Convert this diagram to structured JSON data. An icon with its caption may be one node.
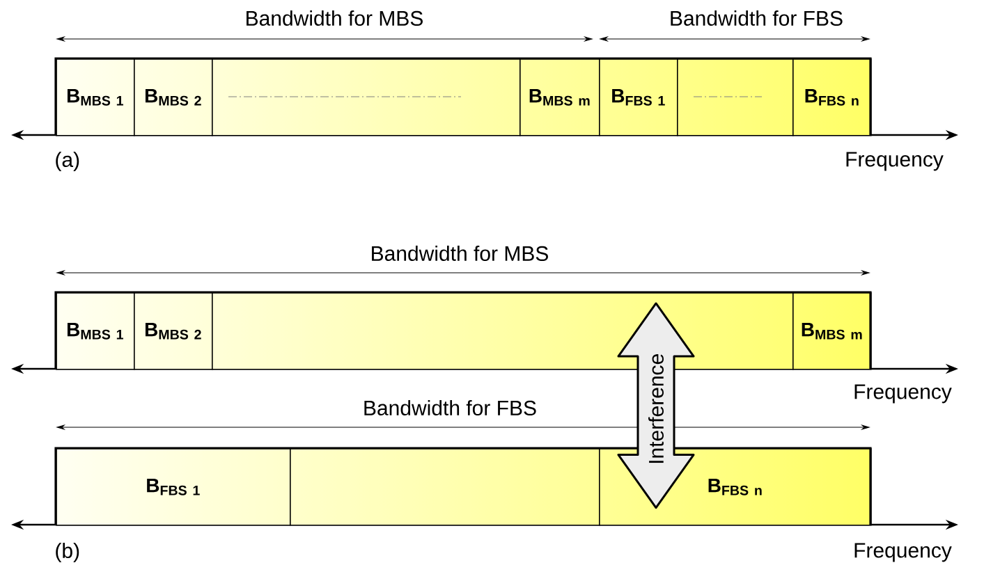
{
  "diagram": {
    "nodes": [
      {
        "text": [
          "\\mathbf{B}_{\\mathbf{MBS\\ 1}}"
        ]
      },
      {
        "text": [
          "\\mathbf{B}_{\\mathbf{MBS\\ 2}}"
        ]
      },
      {
        "text": [],
        "shape": "box"
      },
      {
        "text": [
          "\\mathbf{B}_{\\mathbf{MBS\\ m}}"
        ]
      },
      {
        "text": [
          "\\mathbf{B}_{\\mathbf{FBS\\ 1}}"
        ]
      },
      {
        "text": [],
        "shape": "box"
      },
      {
        "text": [
          "\\mathbf{B}_{\\mathbf{FBS\\ n}}"
        ]
      },
      {
        "text": [
          "\\mathbf{B}_{\\mathbf{MBS\\ 1}}"
        ]
      },
      {
        "text": [
          "\\mathbf{B}_{\\mathbf{MBS\\ 2}}"
        ]
      },
      {
        "text": [],
        "shape": "box"
      },
      {
        "text": [
          "\\mathbf{B}_{\\mathbf{MBS\\ m}}"
        ]
      },
      {
        "text": [
          "\\mathbf{B}_{\\mathbf{FBS\\ 1}}"
        ]
      },
      {
        "text": [],
        "shape": "box"
      },
      {
        "text": [
          "\\mathbf{B}_{\\mathbf{FBS\\ n}}"
        ]
      }
    ],
    "edges": [
      {
        "from": 9,
        "to": 13,
        "arrow": "both",
        "label": "Interference",
        "style": "thick"
      }
    ],
    "labels": [
      "Bandwidth for MBS",
      "Bandwidth for FBS",
      "(a)",
      "Frequency",
      "Bandwidth for MBS",
      "Frequency",
      "Bandwidth for FBS",
      "(b)",
      "Frequency"
    ]
  }
}
